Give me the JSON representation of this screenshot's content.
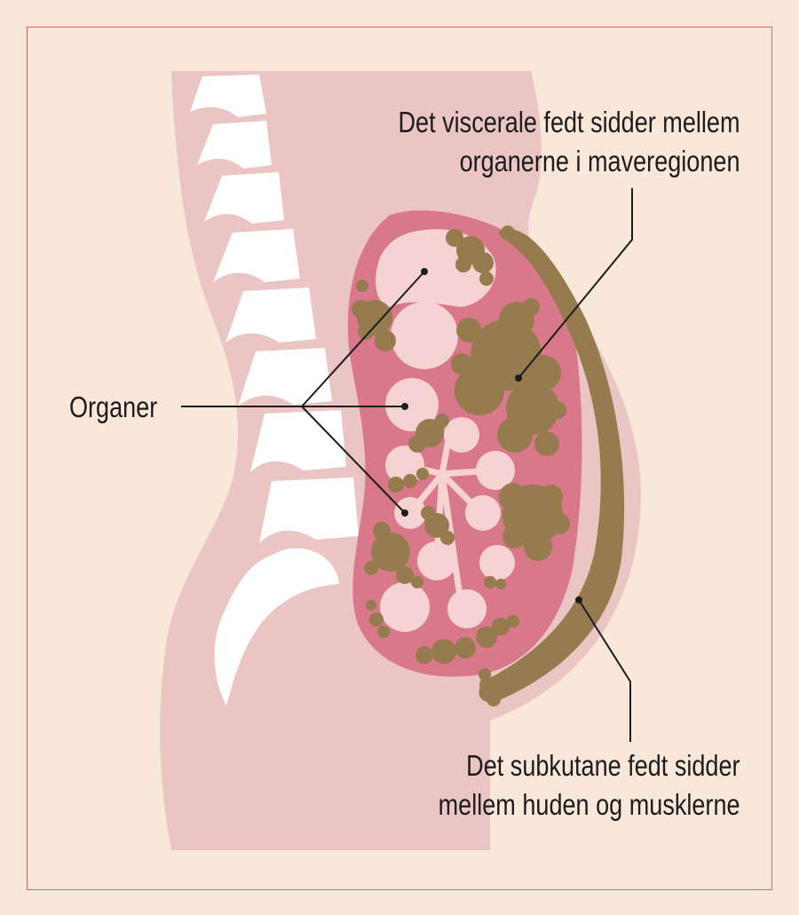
{
  "labels": {
    "visceral": {
      "line1": "Det viscerale fedt sidder mellem",
      "line2": "organerne i maveregionen"
    },
    "organs": "Organer",
    "subcutaneous": {
      "line1": "Det subkutane fedt sidder",
      "line2": "mellem huden og musklerne"
    }
  },
  "colors": {
    "background": "#f9e8da",
    "frame": "#d8676c",
    "body": "#ebc4c4",
    "cavity_wall": "#d9788a",
    "organ": "#f6d3d3",
    "fat": "#957b4e",
    "bone": "#ffffff",
    "leader_line": "#1c1c1c"
  }
}
